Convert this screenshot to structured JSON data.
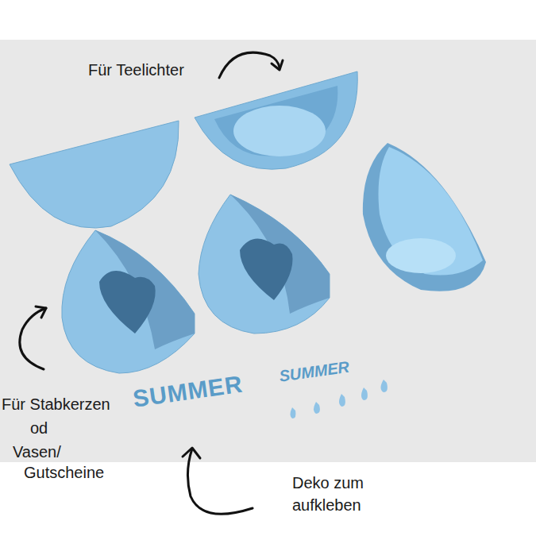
{
  "diagram": {
    "labels": [
      "Für Teelichter",
      "Für Stabkerzen",
      "od",
      "Vasen/",
      "Gutscheine",
      "SUMMER",
      "SUMMER",
      "Deko zum",
      "aufkleben"
    ]
  }
}
